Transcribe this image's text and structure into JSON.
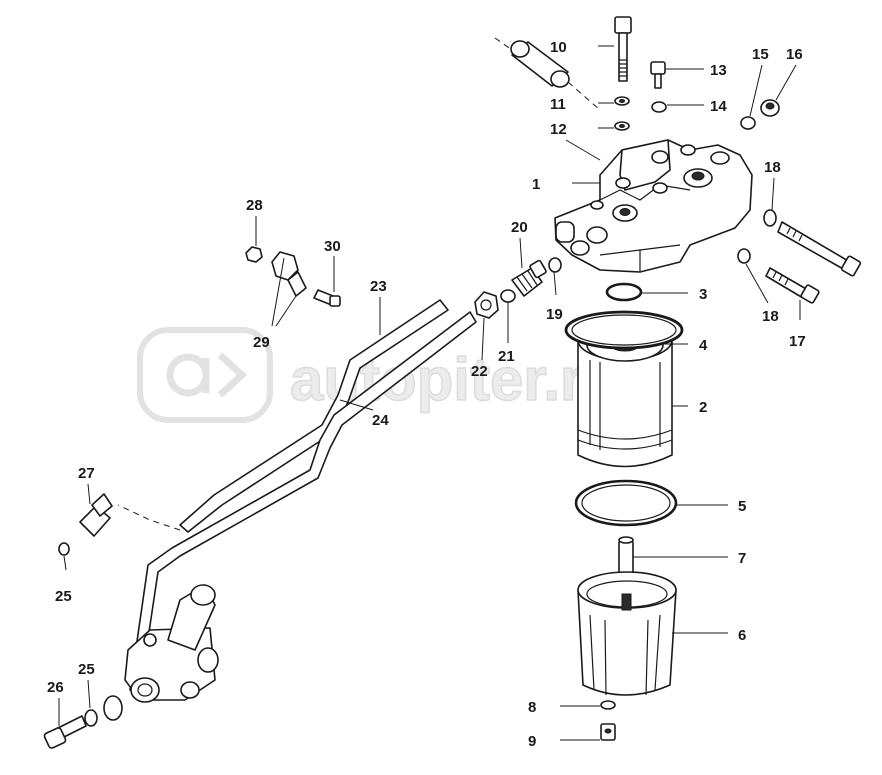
{
  "watermark": {
    "text": "autopiter.ru"
  },
  "callouts": [
    {
      "id": "1",
      "label": "1"
    },
    {
      "id": "2",
      "label": "2"
    },
    {
      "id": "3",
      "label": "3"
    },
    {
      "id": "4",
      "label": "4"
    },
    {
      "id": "5",
      "label": "5"
    },
    {
      "id": "6",
      "label": "6"
    },
    {
      "id": "7",
      "label": "7"
    },
    {
      "id": "8",
      "label": "8"
    },
    {
      "id": "9",
      "label": "9"
    },
    {
      "id": "10",
      "label": "10"
    },
    {
      "id": "11",
      "label": "11"
    },
    {
      "id": "12",
      "label": "12"
    },
    {
      "id": "13",
      "label": "13"
    },
    {
      "id": "14",
      "label": "14"
    },
    {
      "id": "15",
      "label": "15"
    },
    {
      "id": "16",
      "label": "16"
    },
    {
      "id": "17",
      "label": "17"
    },
    {
      "id": "18a",
      "label": "18"
    },
    {
      "id": "18b",
      "label": "18"
    },
    {
      "id": "19",
      "label": "19"
    },
    {
      "id": "20",
      "label": "20"
    },
    {
      "id": "21",
      "label": "21"
    },
    {
      "id": "22",
      "label": "22"
    },
    {
      "id": "23",
      "label": "23"
    },
    {
      "id": "24",
      "label": "24"
    },
    {
      "id": "25a",
      "label": "25"
    },
    {
      "id": "25b",
      "label": "25"
    },
    {
      "id": "26",
      "label": "26"
    },
    {
      "id": "27",
      "label": "27"
    },
    {
      "id": "28",
      "label": "28"
    },
    {
      "id": "29",
      "label": "29"
    },
    {
      "id": "30",
      "label": "30"
    }
  ]
}
